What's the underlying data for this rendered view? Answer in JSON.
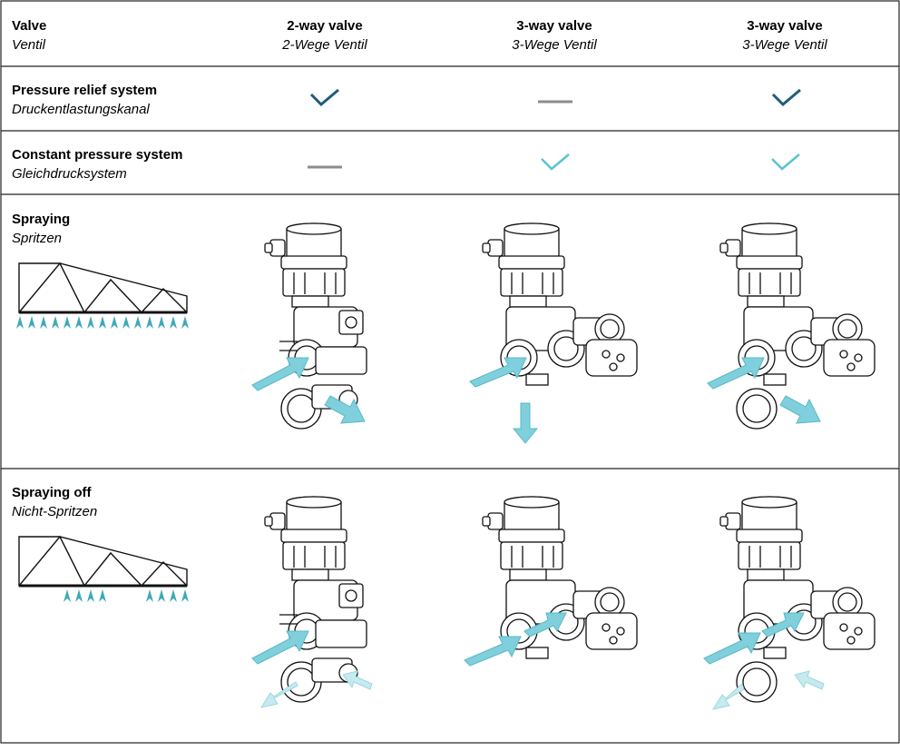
{
  "header": {
    "row_label_en": "Valve",
    "row_label_de": "Ventil",
    "columns": [
      {
        "en": "2-way valve",
        "de": "2-Wege Ventil"
      },
      {
        "en": "3-way valve",
        "de": "3-Wege Ventil"
      },
      {
        "en": "3-way valve",
        "de": "3-Wege Ventil"
      }
    ]
  },
  "rows": [
    {
      "en": "Pressure relief system",
      "de": "Druckentlastungskanal",
      "marks": [
        "check-dark",
        "dash",
        "check-dark"
      ]
    },
    {
      "en": "Constant pressure system",
      "de": "Gleichdrucksystem",
      "marks": [
        "dash",
        "check-light",
        "check-light"
      ]
    },
    {
      "en": "Spraying",
      "de": "Spritzen",
      "boom_nozzles": "all"
    },
    {
      "en": "Spraying off",
      "de": "Nicht-Spritzen",
      "boom_nozzles": "partial"
    }
  ],
  "colors": {
    "check_dark": "#1f5c7a",
    "check_light": "#5bc4d1",
    "dash": "#8c8c8c",
    "arrow": "#7fd0dc",
    "nozzle": "#3fa9b8"
  }
}
